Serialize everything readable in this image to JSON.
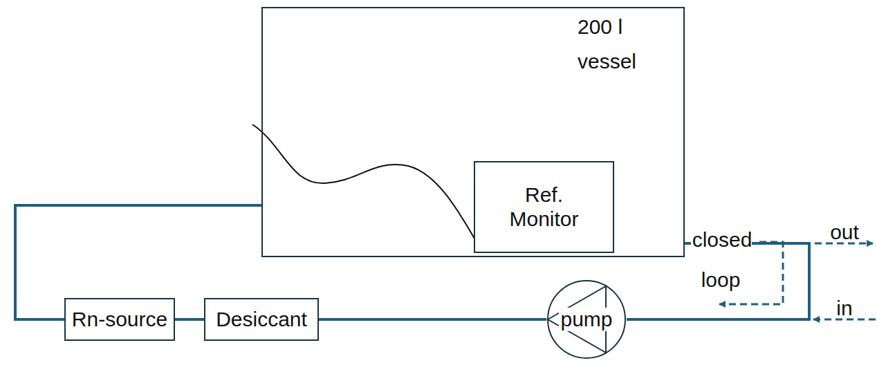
{
  "diagram": {
    "nodes": [
      {
        "text": [
          "200 l vessel"
        ]
      },
      {
        "text": [
          "Ref. Monitor"
        ],
        "in": 0
      },
      {
        "text": [
          "Rn-source"
        ]
      },
      {
        "text": [
          "Desiccant"
        ]
      },
      {
        "text": [
          "pump"
        ]
      }
    ],
    "edges": [
      {
        "from": 0,
        "to": 4,
        "arrow": "none"
      },
      {
        "from": 4,
        "to": 3,
        "arrow": "none"
      },
      {
        "from": 3,
        "to": 2,
        "arrow": "none"
      },
      {
        "from": 2,
        "to": 0,
        "arrow": "none"
      }
    ],
    "labels": [
      "closed loop",
      "out",
      "in"
    ]
  }
}
